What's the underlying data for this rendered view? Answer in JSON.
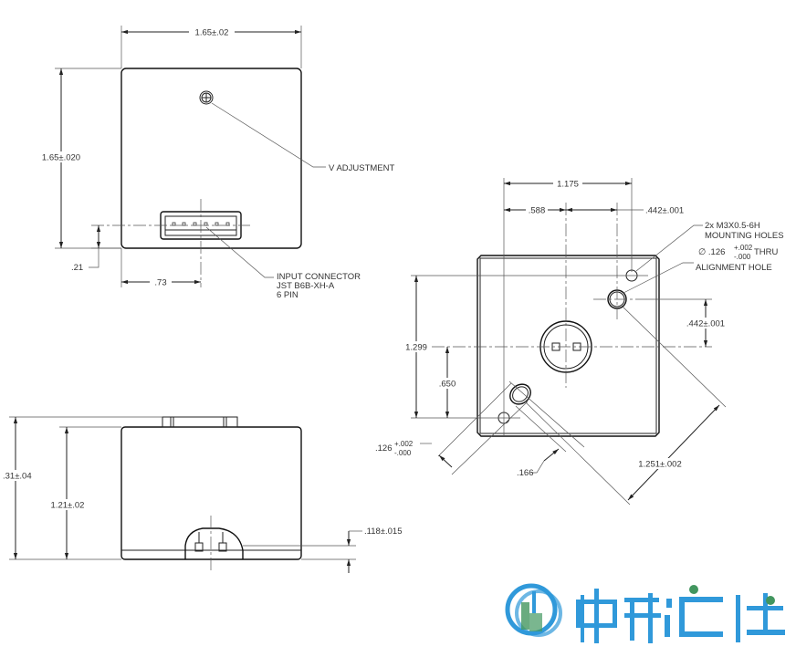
{
  "front_view": {
    "width_dim": "1.65±.02",
    "height_dim": "1.65±.020",
    "pot_callout": "V ADJUSTMENT",
    "connector_offset_vertical": ".21",
    "connector_offset_horizontal": ".73",
    "connector_callout": [
      "INPUT CONNECTOR",
      "JST B6B-XH-A",
      "6 PIN"
    ]
  },
  "side_view": {
    "overall_height_dim": ".31±.04",
    "body_height_dim": "1.21±.02",
    "flange_dim": ".118±.015"
  },
  "back_view": {
    "hole_span_dim": "1.175",
    "center_offset_dim": ".588",
    "align_offset_x_dim": ".442±.001",
    "align_offset_y_dim": ".442±.001",
    "hole_vertical_span_dim": "1.299",
    "center_vertical_dim": ".650",
    "diagonal_dim": "1.251±.002",
    "slot_offset_dim": ".166",
    "slot_dia_dim": ".126",
    "slot_dia_tol_plus": "+.002",
    "slot_dia_tol_minus": "-.000",
    "mounting_callout": [
      "2x M3X0.5-6H",
      "MOUNTING HOLES"
    ],
    "alignment_dia": "∅ .126",
    "alignment_tol_plus": "+.002",
    "alignment_tol_minus": "-.000",
    "alignment_thru": "THRU",
    "alignment_callout": "ALIGNMENT HOLE"
  },
  "watermark": {
    "text": "中科汇仪",
    "colors": {
      "blue": "#1a8fd6",
      "green": "#2e8b4e"
    }
  }
}
